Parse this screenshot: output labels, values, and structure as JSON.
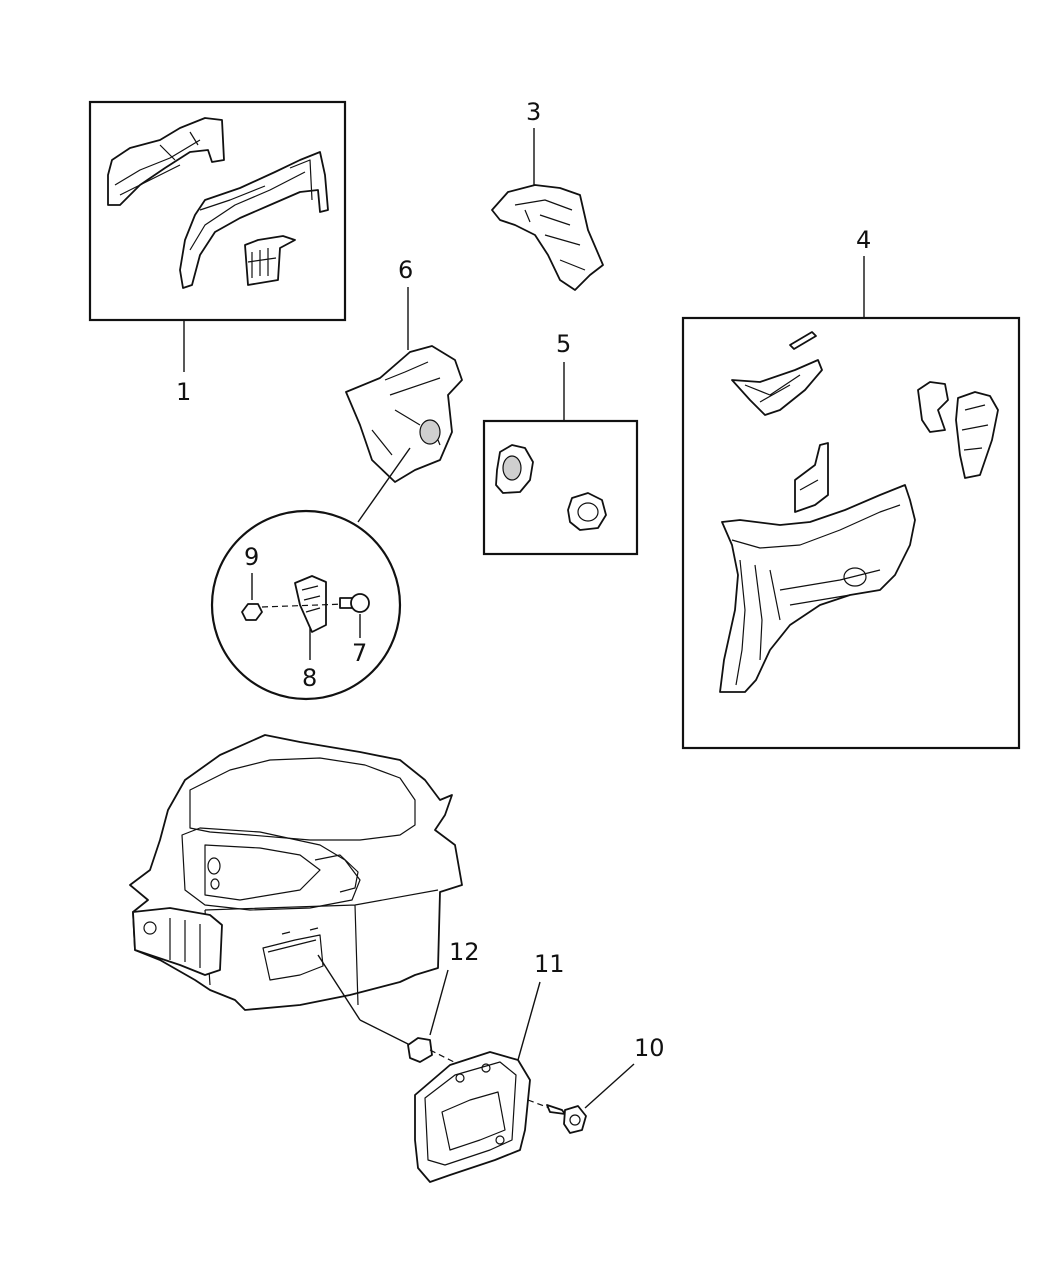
{
  "callouts": {
    "c1": "1",
    "c3": "3",
    "c4": "4",
    "c5": "5",
    "c6": "6",
    "c7": "7",
    "c8": "8",
    "c9": "9",
    "c10": "10",
    "c11": "11",
    "c12": "12"
  }
}
